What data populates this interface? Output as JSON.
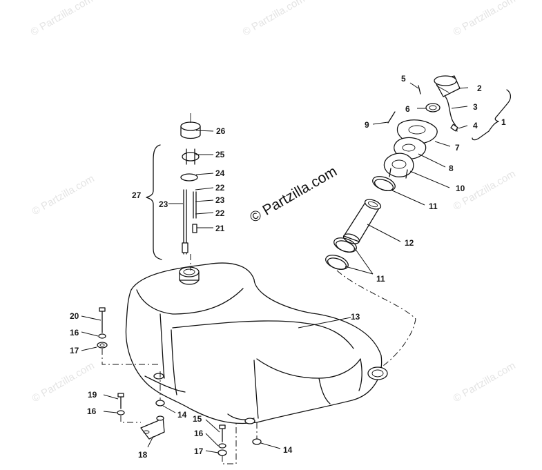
{
  "watermark": {
    "text": "© Partzilla.com",
    "center_text": "© Partzilla.com"
  },
  "callouts": {
    "c1": "1",
    "c2": "2",
    "c3": "3",
    "c4": "4",
    "c5": "5",
    "c6": "6",
    "c7": "7",
    "c8": "8",
    "c9": "9",
    "c10": "10",
    "c11a": "11",
    "c11b": "11",
    "c12": "12",
    "c13": "13",
    "c14a": "14",
    "c14b": "14",
    "c15": "15",
    "c16a": "16",
    "c16b": "16",
    "c16c": "16",
    "c17a": "17",
    "c17b": "17",
    "c18": "18",
    "c19": "19",
    "c20": "20",
    "c21": "21",
    "c22a": "22",
    "c22b": "22",
    "c23a": "23",
    "c23b": "23",
    "c24": "24",
    "c25": "25",
    "c26": "26",
    "c27": "27"
  }
}
